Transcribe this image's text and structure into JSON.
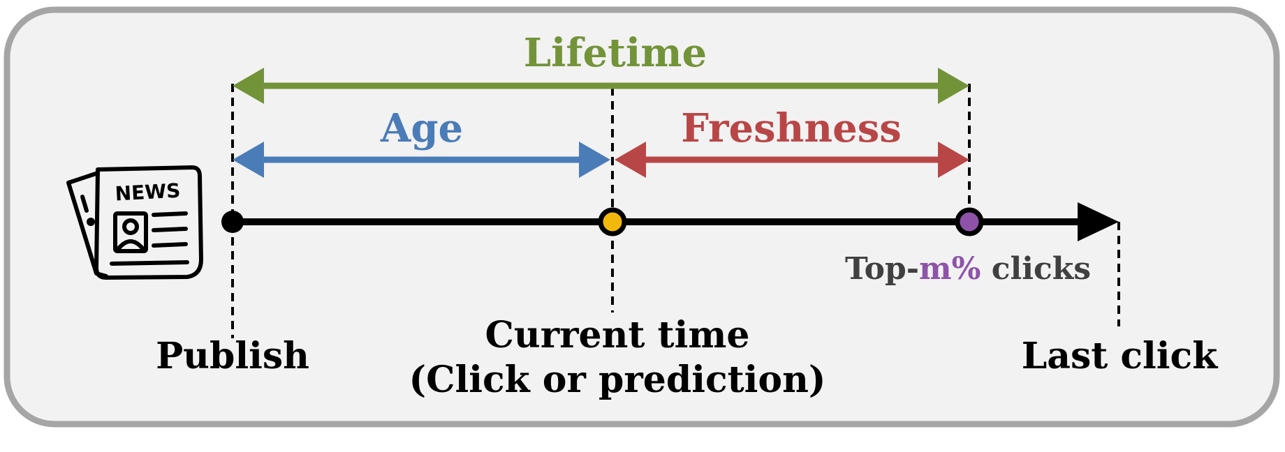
{
  "diagram": {
    "labels": {
      "lifetime": "Lifetime",
      "age": "Age",
      "freshness": "Freshness",
      "publish": "Publish",
      "current_time_line1": "Current time",
      "current_time_line2": "(Click or prediction)",
      "last_click": "Last click",
      "top_m_prefix": "Top-",
      "top_m_var": "m%",
      "top_m_suffix": " clicks",
      "news_icon_text": "NEWS"
    },
    "colors": {
      "lifetime": "#739339",
      "age": "#4A7CB8",
      "freshness": "#B94646",
      "current_dot": "#F2B90C",
      "topm_dot": "#8E53A8",
      "topm_var": "#8E53A8",
      "topm_text": "#404040",
      "panel_bg": "#F2F2F2",
      "panel_border": "#A5A5A5",
      "axis": "#000000"
    },
    "icons": [
      "newspaper-icon"
    ]
  }
}
